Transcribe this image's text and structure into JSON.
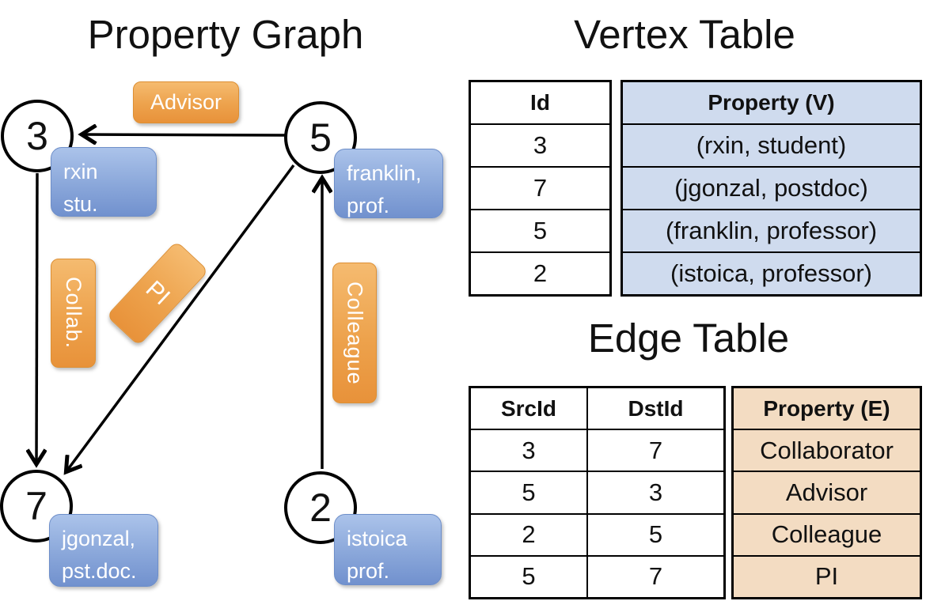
{
  "graph": {
    "title": "Property Graph",
    "nodes": {
      "n3": {
        "id": "3",
        "line1": "rxin",
        "line2": "stu."
      },
      "n5": {
        "id": "5",
        "line1": "franklin,",
        "line2": "prof."
      },
      "n7": {
        "id": "7",
        "line1": "jgonzal,",
        "line2": "pst.doc."
      },
      "n2": {
        "id": "2",
        "line1": "istoica",
        "line2": "prof."
      }
    },
    "edge_labels": {
      "advisor": "Advisor",
      "collab": "Collab.",
      "pi": "PI",
      "colleague": "Colleague"
    }
  },
  "vertex_table": {
    "title": "Vertex Table",
    "headers": {
      "id": "Id",
      "property": "Property (V)"
    },
    "rows": [
      {
        "id": "3",
        "property": "(rxin, student)"
      },
      {
        "id": "7",
        "property": "(jgonzal, postdoc)"
      },
      {
        "id": "5",
        "property": "(franklin, professor)"
      },
      {
        "id": "2",
        "property": "(istoica, professor)"
      }
    ]
  },
  "edge_table": {
    "title": "Edge Table",
    "headers": {
      "src": "SrcId",
      "dst": "DstId",
      "property": "Property (E)"
    },
    "rows": [
      {
        "src": "3",
        "dst": "7",
        "property": "Collaborator"
      },
      {
        "src": "5",
        "dst": "3",
        "property": "Advisor"
      },
      {
        "src": "2",
        "dst": "5",
        "property": "Colleague"
      },
      {
        "src": "5",
        "dst": "7",
        "property": "PI"
      }
    ]
  },
  "colors": {
    "vertex_fill_top": "#abc3ea",
    "vertex_fill_bottom": "#7191ce",
    "edge_fill_top": "#f5bb70",
    "edge_fill_bottom": "#e8923a",
    "vertex_table_cell": "#cfdbee",
    "edge_table_cell": "#f3dcc2",
    "line": "#000000"
  }
}
